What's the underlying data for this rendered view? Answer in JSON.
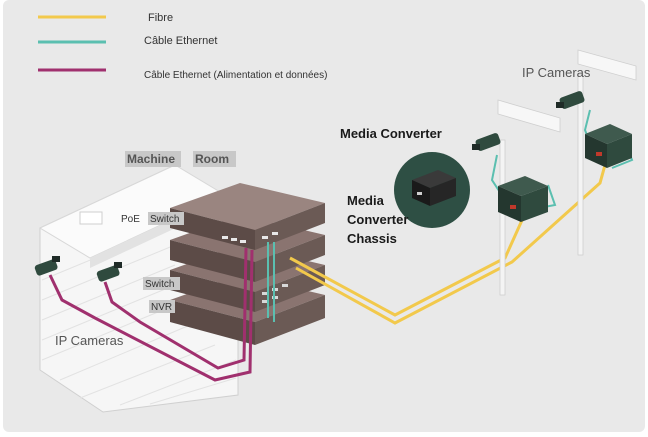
{
  "legend": {
    "items": [
      {
        "label": "Fibre",
        "color": "#f2c94c"
      },
      {
        "label": "Câble Ethernet",
        "color": "#5bbfb0"
      },
      {
        "label": "Câble Ethernet  (Alimentation et données)",
        "color": "#a0306e"
      }
    ]
  },
  "labels": {
    "machine_room": "Machine",
    "machine_room_2": "Room",
    "poe_switch_a": "PoE",
    "poe_switch_b": "Switch",
    "switch": "Switch",
    "nvr": "NVR",
    "ip_cameras_left": "IP Cameras",
    "ip_cameras_right": "IP Cameras",
    "media_converter": "Media Converter",
    "chassis_1": "Media",
    "chassis_2": "Converter",
    "chassis_3": "Chassis"
  },
  "colors": {
    "background": "#e9e9e9",
    "building": "#f4f4f4",
    "rack_dark": "#6b5a55",
    "rack_mid": "#8a7470",
    "device_green": "#2f4a3e",
    "device_dark": "#1f2b27",
    "fibre": "#f2c94c",
    "ethernet": "#5bbfb0",
    "poe": "#a0306e"
  }
}
